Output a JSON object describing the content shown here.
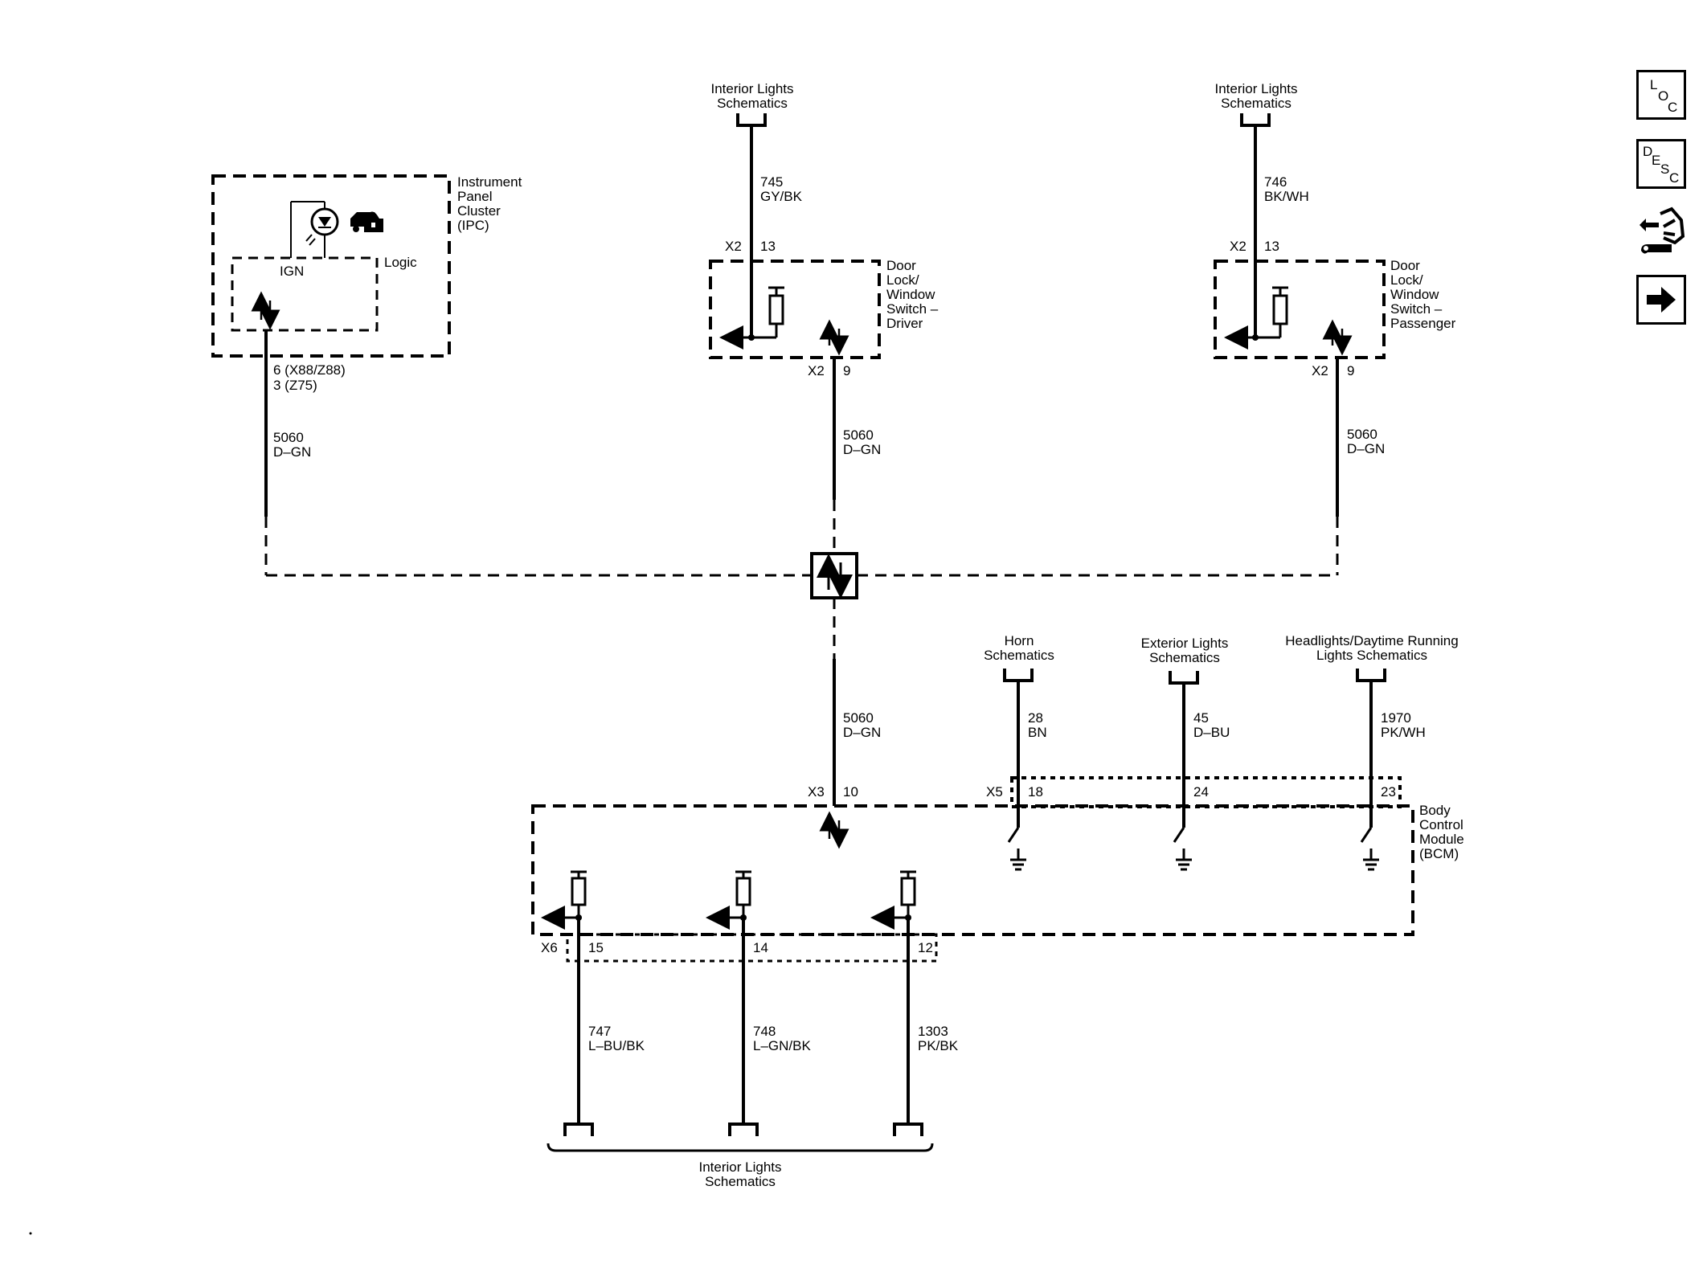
{
  "ipc": {
    "name": [
      "Instrument",
      "Panel",
      "Cluster",
      "(IPC)"
    ],
    "inner_labels": {
      "ign": "IGN",
      "logic": "Logic"
    },
    "pin": [
      "6 (X88/Z88)",
      "3 (Z75)"
    ],
    "wire": [
      "5060",
      "D–GN"
    ]
  },
  "driver_switch": {
    "source": [
      "Interior Lights",
      "Schematics"
    ],
    "in_wire": [
      "745",
      "GY/BK"
    ],
    "top_conn": "X2",
    "top_pin": "13",
    "name": [
      "Door",
      "Lock/",
      "Window",
      "Switch –",
      "Driver"
    ],
    "bottom_conn": "X2",
    "bottom_pin": "9",
    "out_wire": [
      "5060",
      "D–GN"
    ]
  },
  "passenger_switch": {
    "source": [
      "Interior Lights",
      "Schematics"
    ],
    "in_wire": [
      "746",
      "BK/WH"
    ],
    "top_conn": "X2",
    "top_pin": "13",
    "name": [
      "Door",
      "Lock/",
      "Window",
      "Switch –",
      "Passenger"
    ],
    "bottom_conn": "X2",
    "bottom_pin": "9",
    "out_wire": [
      "5060",
      "D–GN"
    ]
  },
  "bus_wire": [
    "5060",
    "D–GN"
  ],
  "bcm": {
    "name": [
      "Body",
      "Control",
      "Module",
      "(BCM)"
    ],
    "x3_conn": "X3",
    "x3_pin": "10",
    "x5_conn": "X5",
    "x6_conn": "X6",
    "inputs": [
      {
        "source": [
          "Horn",
          "Schematics"
        ],
        "wire": [
          "28",
          "BN"
        ],
        "pin": "18"
      },
      {
        "source": [
          "Exterior Lights",
          "Schematics"
        ],
        "wire": [
          "45",
          "D–BU"
        ],
        "pin": "24"
      },
      {
        "source": [
          "Headlights/Daytime Running",
          "Lights Schematics"
        ],
        "wire": [
          "1970",
          "PK/WH"
        ],
        "pin": "23"
      }
    ],
    "outputs": [
      {
        "pin": "15",
        "wire": [
          "747",
          "L–BU/BK"
        ]
      },
      {
        "pin": "14",
        "wire": [
          "748",
          "L–GN/BK"
        ]
      },
      {
        "pin": "12",
        "wire": [
          "1303",
          "PK/BK"
        ]
      }
    ]
  },
  "bottom_ref": [
    "Interior Lights",
    "Schematics"
  ],
  "nav": {
    "loc": [
      "L",
      "O",
      "C"
    ],
    "desc": [
      "D",
      "E",
      "S",
      "C"
    ],
    "connector_icon": "connector-end-view-icon",
    "next_icon": "arrow-right-icon"
  }
}
